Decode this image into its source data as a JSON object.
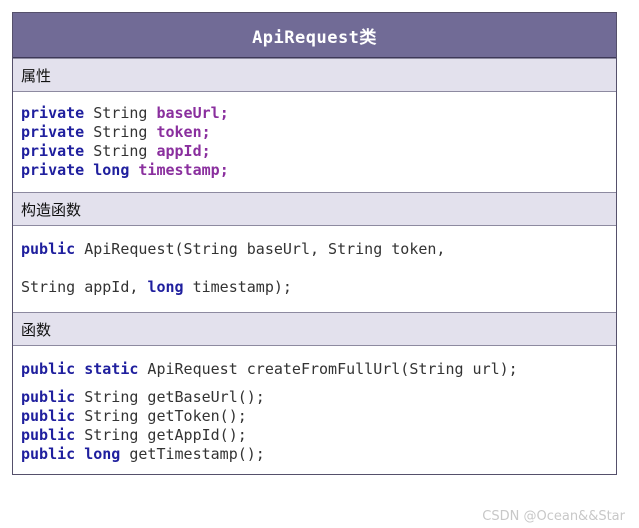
{
  "colors": {
    "title_bar_bg": "#716b96",
    "title_text": "#ffffff",
    "section_header_bg": "#e3e1ed",
    "border": "#55506b",
    "keyword": "#1f1f9e",
    "identifier": "#8a2f9e",
    "plain_text": "#333333",
    "watermark": "#c8c8c8"
  },
  "card": {
    "title": "ApiRequest类"
  },
  "sections": {
    "attributes": {
      "header": "属性",
      "lines": [
        {
          "kw": "private",
          "type": "String",
          "name": "baseUrl",
          "text": "private String baseUrl;"
        },
        {
          "kw": "private",
          "type": "String",
          "name": "token",
          "text": "private String token;"
        },
        {
          "kw": "private",
          "type": "String",
          "name": "appId",
          "text": "private String appId;"
        },
        {
          "kw": "private",
          "type": "long",
          "name": "timestamp",
          "text": "private long timestamp;"
        }
      ]
    },
    "constructor": {
      "header": "构造函数",
      "line1_kw": "public",
      "line1_rest": " ApiRequest(String baseUrl, String token,",
      "line2_pre": "String appId, ",
      "line2_kw": "long",
      "line2_post": " timestamp);",
      "full_text": "public ApiRequest(String baseUrl, String token, String appId, long timestamp);"
    },
    "methods": {
      "header": "函数",
      "static_method": {
        "kw1": "public",
        "kw2": "static",
        "rest": " ApiRequest createFromFullUrl(String url);",
        "text": "public static ApiRequest createFromFullUrl(String url);"
      },
      "getters": [
        {
          "kw": "public",
          "type": "String",
          "rest": " getBaseUrl();",
          "text": "public String getBaseUrl();"
        },
        {
          "kw": "public",
          "type": "String",
          "rest": " getToken();",
          "text": "public String getToken();"
        },
        {
          "kw": "public",
          "type": "String",
          "rest": " getAppId();",
          "text": "public String getAppId();"
        },
        {
          "kw": "public",
          "type": "long",
          "rest": " getTimestamp();",
          "text": "public long getTimestamp();"
        }
      ]
    }
  },
  "watermark": "CSDN @Ocean&&Star"
}
